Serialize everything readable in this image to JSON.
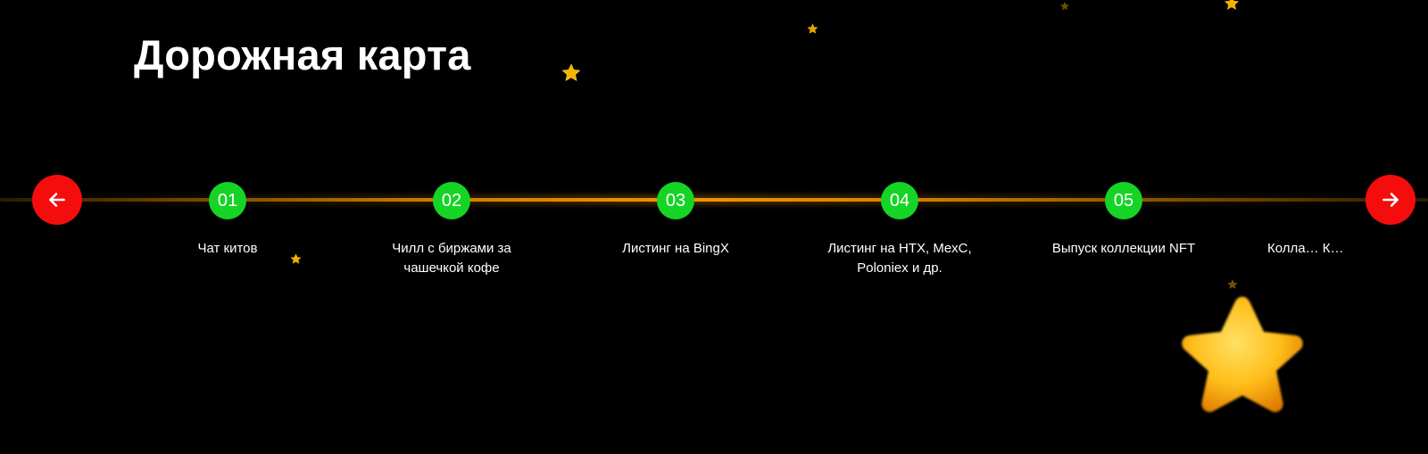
{
  "page": {
    "title": "Дорожная карта"
  },
  "navigation": {
    "prev_icon": "arrow-left-icon",
    "next_icon": "arrow-right-icon",
    "button_color": "#f50d0d"
  },
  "timeline": {
    "line_color": "#f39400",
    "dot_color": "#16d426",
    "milestones": [
      {
        "number": "01",
        "label": "Чат китов"
      },
      {
        "number": "02",
        "label": "Чилл с биржами за чашечкой кофе"
      },
      {
        "number": "03",
        "label": "Листинг на BingX"
      },
      {
        "number": "04",
        "label": "Листинг на HTX, MexC, Poloniex и др."
      },
      {
        "number": "05",
        "label": "Выпуск коллекции NFT"
      },
      {
        "number": "",
        "label": "Колла… К…"
      }
    ]
  },
  "decorations": {
    "icon": "star-icon",
    "color": "#f7b500"
  }
}
